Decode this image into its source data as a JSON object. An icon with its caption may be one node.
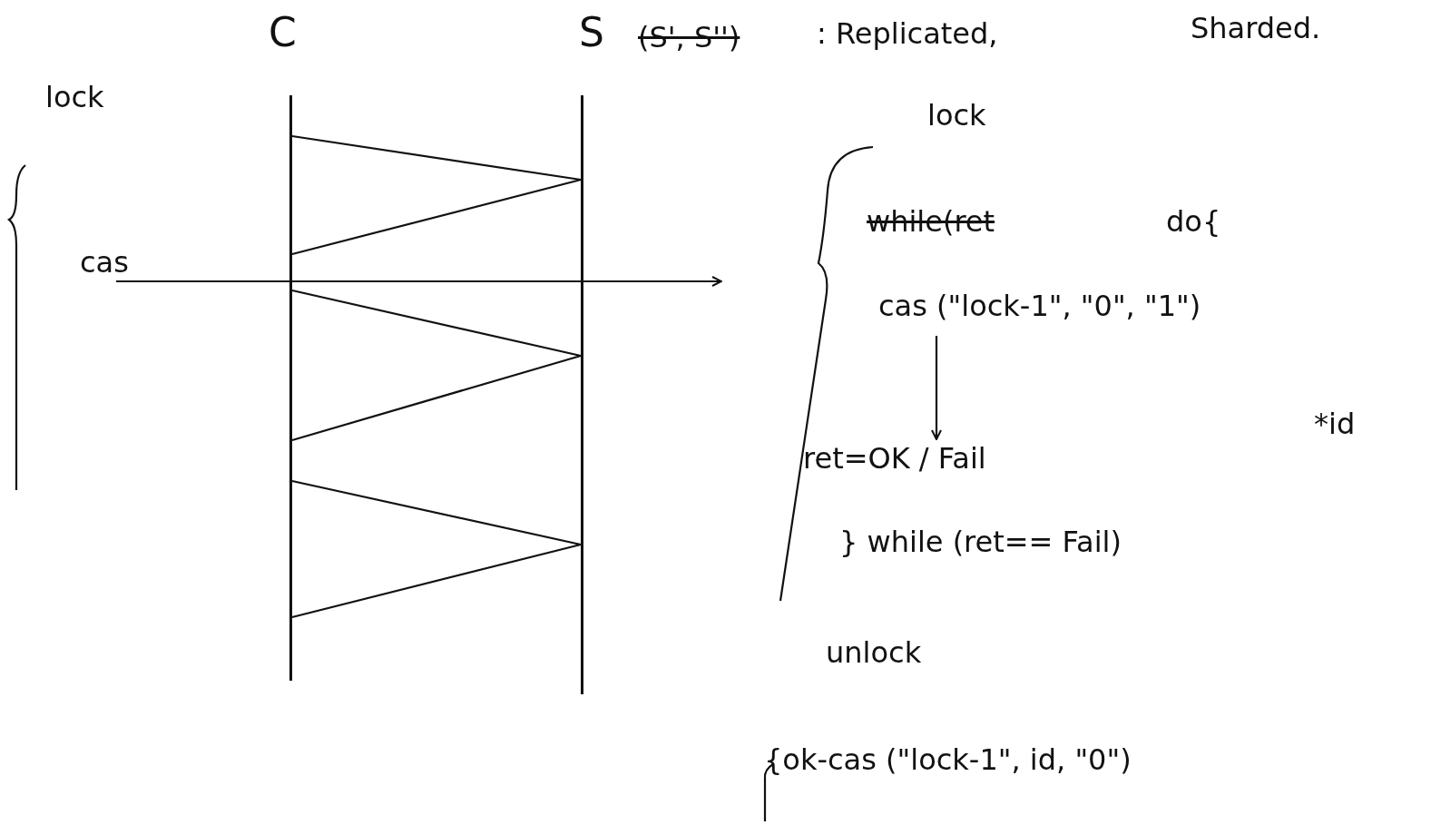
{
  "diagram": {
    "nodes": [
      {
        "text": [
          "C"
        ]
      },
      {
        "text": [
          "S"
        ]
      },
      {
        "text": [
          "cas"
        ]
      },
      {
        "text": [
          "cas (\"lock-1\", \"0\", \"1\")"
        ]
      },
      {
        "text": [
          "ret=OK / Fail"
        ]
      }
    ],
    "edges": [
      {
        "from": 0,
        "to": 1,
        "arrow": "none"
      },
      {
        "from": 1,
        "to": 0,
        "arrow": "none"
      },
      {
        "from": 0,
        "to": 1,
        "arrow": "none"
      },
      {
        "from": 1,
        "to": 0,
        "arrow": "none"
      },
      {
        "from": 0,
        "to": 1,
        "arrow": "none"
      },
      {
        "from": 1,
        "to": 0,
        "arrow": "none"
      },
      {
        "from": 2,
        "to": null,
        "arrow": "to"
      },
      {
        "from": 3,
        "to": 4,
        "arrow": "to"
      }
    ],
    "labels": [
      "(S', S'')",
      ": Replicated,",
      "Sharded.",
      "lock",
      "lock",
      "while(ret",
      "do{",
      "*id",
      "} while (ret== Fail)",
      "unlock",
      "{ok-cas (\"lock-1\", id, \"0\")"
    ]
  }
}
